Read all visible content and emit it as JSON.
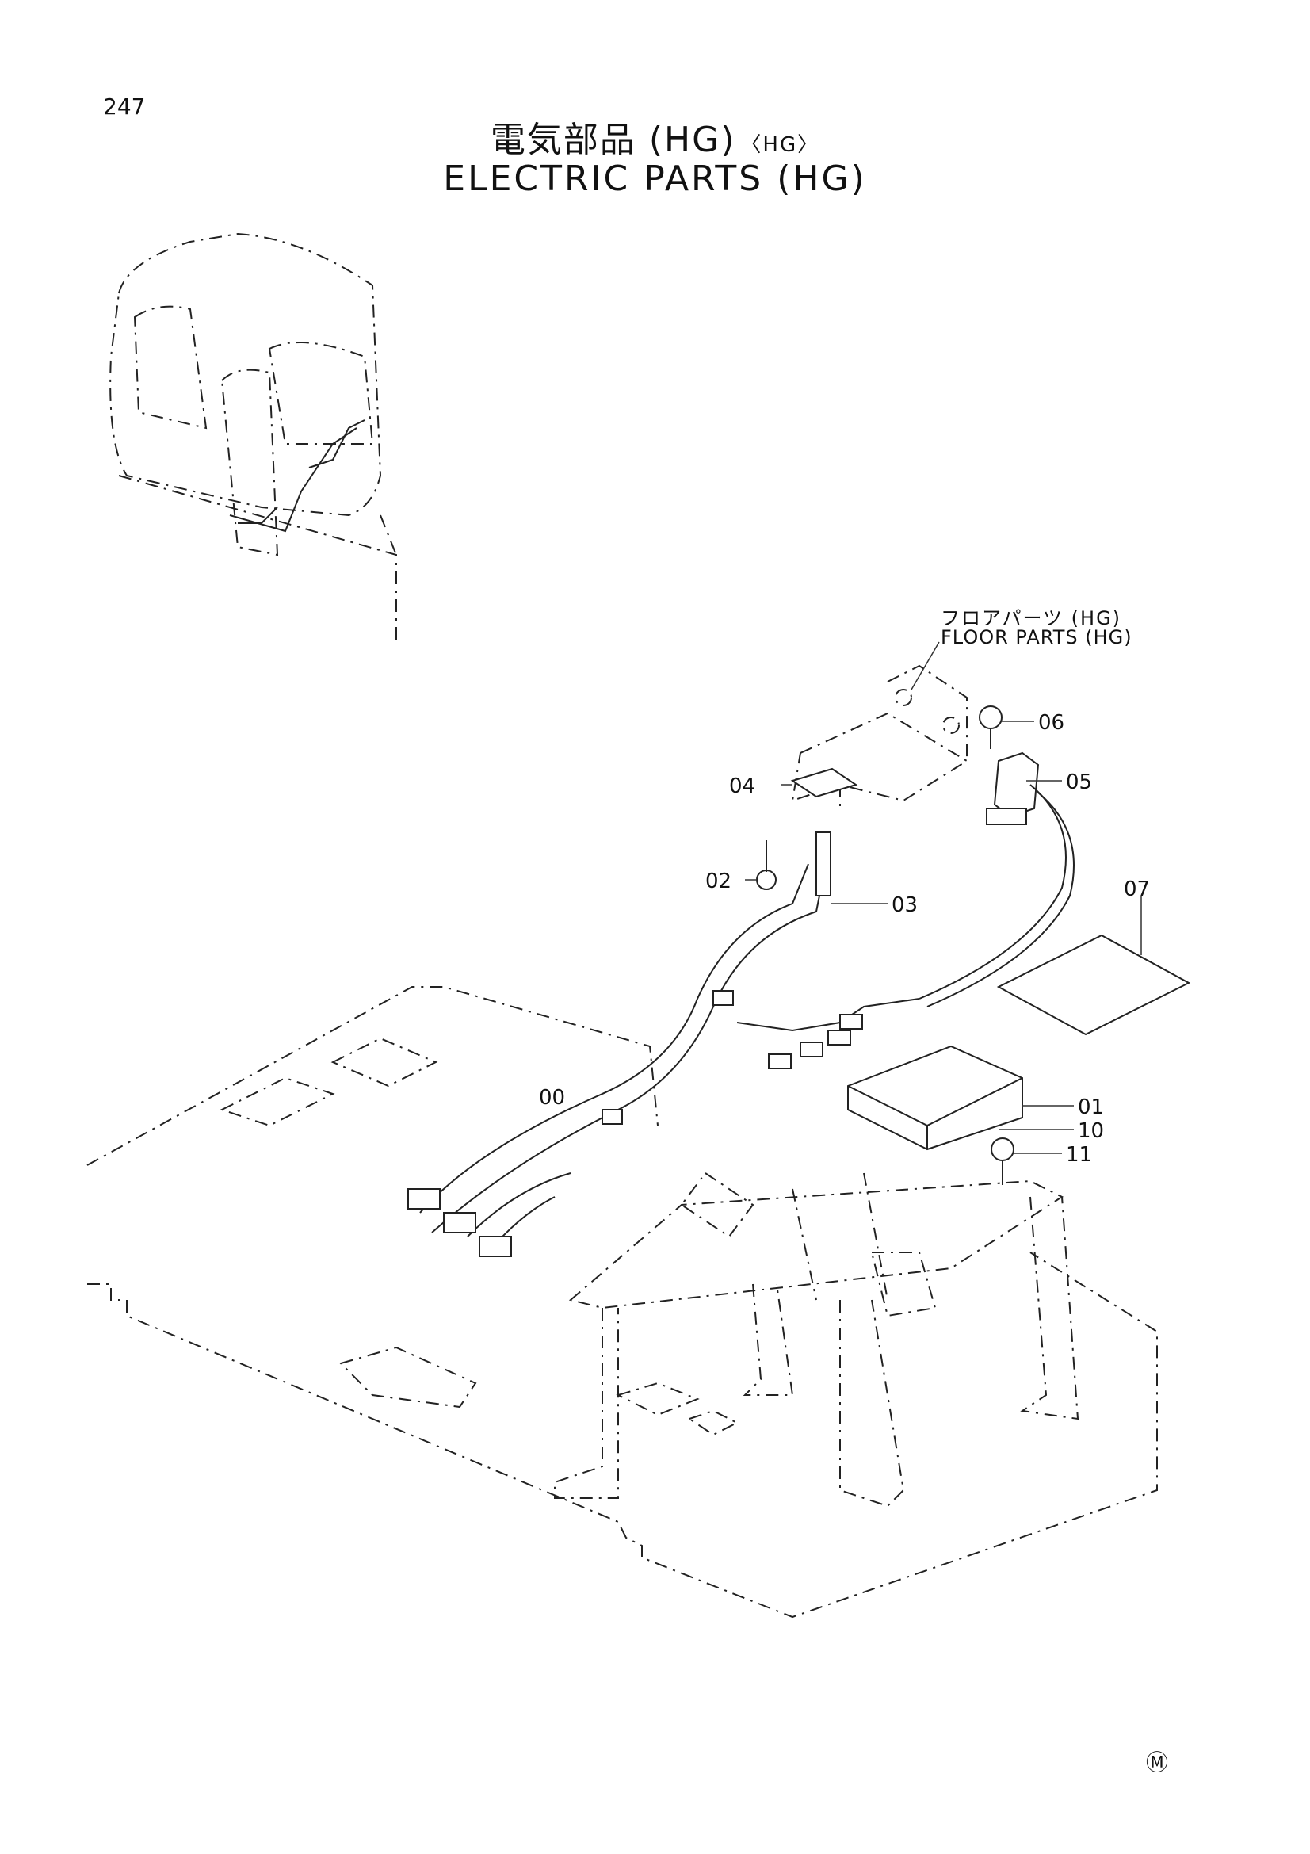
{
  "page": {
    "number": "247"
  },
  "title": {
    "jp": "電気部品 (HG)",
    "jp_sub": "〈HG〉",
    "en": "ELECTRIC PARTS (HG)"
  },
  "reference": {
    "jp": "フロアパーツ (HG)",
    "en": "FLOOR PARTS (HG)"
  },
  "callouts": [
    "00",
    "01",
    "02",
    "03",
    "04",
    "05",
    "06",
    "07",
    "10",
    "11"
  ],
  "footer_mark": "Ⓜ"
}
